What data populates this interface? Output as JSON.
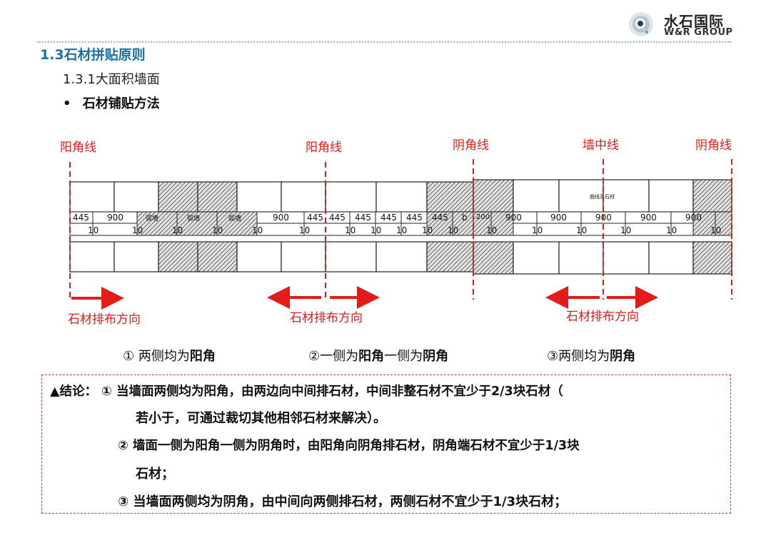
{
  "header": {
    "logo_cn": "水石国际",
    "logo_en": "W&R GROUP",
    "section_title": "1.3石材拼贴原则",
    "subsection_title": "1.3.1大面积墙面",
    "bullet_marker": "•",
    "bullet_text": "石材铺贴方法"
  },
  "diagram": {
    "line_labels": [
      "阳角线",
      "阳角线",
      "阴角线",
      "墙中线",
      "阴角线"
    ],
    "direction_label": "石材排布方向",
    "tile_label": "曲线及石材",
    "seg1_dims": [
      "445",
      "900",
      "弧墙",
      "弧墙",
      "弧墙",
      "900",
      "445"
    ],
    "seg2_dims": [
      "445",
      "445",
      "445",
      "445",
      "445",
      "b"
    ],
    "seg3_dims": [
      "200",
      "900",
      "900",
      "900",
      "900",
      "900"
    ],
    "joint_label": "10",
    "captions": {
      "c1_prefix": "①  两侧均为",
      "c1_bold": "阳角",
      "c2_prefix": "②一侧为",
      "c2_bold1": "阳角",
      "c2_mid": "一侧为",
      "c2_bold2": "阴角",
      "c3_prefix": "③两侧均为",
      "c3_bold": "阴角"
    }
  },
  "conclusion": {
    "line1": "▲结论： ① 当墙面两侧均为阳角，由两边向中间排石材，中间非整石材不宜少于2/3块石材（",
    "line2": "若小于，可通过裁切其他相邻石材来解决）。",
    "line3": "② 墙面一侧为阳角一侧为阴角时，由阳角向阴角排石材，阴角端石材不宜少于1/3块",
    "line4": "石材；",
    "line5": "③ 当墙面两侧均为阴角，由中间向两侧排石材，两侧石材不宜少于1/3块石材；"
  },
  "colors": {
    "accent_blue": "#1b6fa8",
    "red": "#e31b1b"
  }
}
